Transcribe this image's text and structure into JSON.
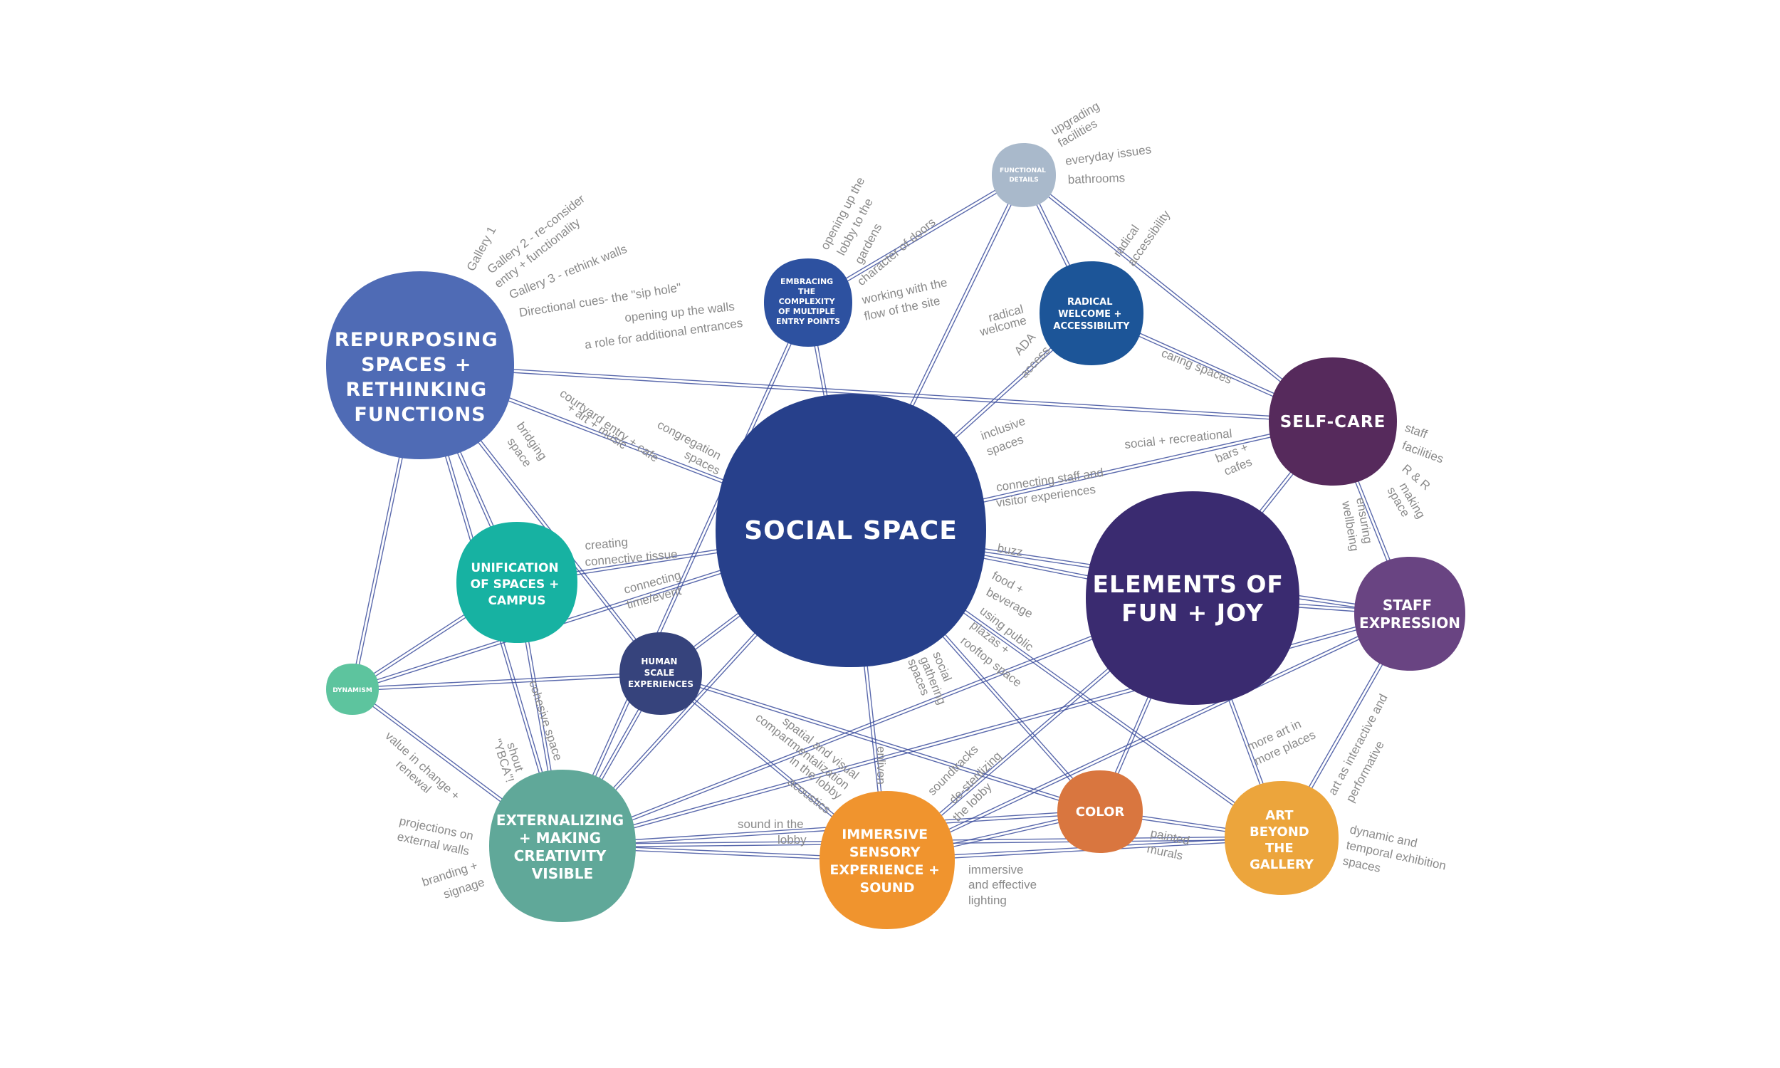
{
  "colors": {
    "line": "#3d4f9e",
    "label": "#8a8a8a",
    "background": "#ffffff"
  },
  "nodes": [
    {
      "id": "repurposing",
      "label": [
        "REPURPOSING",
        "SPACES +",
        "RETHINKING",
        "FUNCTIONS"
      ],
      "color": "#4f6bb5"
    },
    {
      "id": "social",
      "label": [
        "SOCIAL SPACE"
      ],
      "color": "#27408b"
    },
    {
      "id": "fun",
      "label": [
        "ELEMENTS OF",
        "FUN + JOY"
      ],
      "color": "#3a2b70"
    },
    {
      "id": "selfcare",
      "label": [
        "SELF-CARE"
      ],
      "color": "#562a5c"
    },
    {
      "id": "staffexp",
      "label": [
        "STAFF",
        "EXPRESSION"
      ],
      "color": "#694482"
    },
    {
      "id": "embracing",
      "label": [
        "EMBRACING",
        "THE",
        "COMPLEXITY",
        "OF MULTIPLE",
        "ENTRY POINTS"
      ],
      "color": "#2d51a0"
    },
    {
      "id": "functional",
      "label": [
        "FUNCTIONAL",
        "DETAILS"
      ],
      "color": "#a9b9cb"
    },
    {
      "id": "radical",
      "label": [
        "RADICAL",
        "WELCOME +",
        "ACCESSIBILITY"
      ],
      "color": "#1c5598"
    },
    {
      "id": "unification",
      "label": [
        "UNIFICATION",
        "OF SPACES +",
        "CAMPUS"
      ],
      "color": "#17b2a2"
    },
    {
      "id": "human",
      "label": [
        "HUMAN",
        "SCALE",
        "EXPERIENCES"
      ],
      "color": "#36437c"
    },
    {
      "id": "dynamism",
      "label": [
        "DYNAMISM"
      ],
      "color": "#5dc49e"
    },
    {
      "id": "externalizing",
      "label": [
        "EXTERNALIZING",
        "+ MAKING",
        "CREATIVITY",
        "VISIBLE"
      ],
      "color": "#60a899"
    },
    {
      "id": "immersive",
      "label": [
        "IMMERSIVE",
        "SENSORY",
        "EXPERIENCE +",
        "SOUND"
      ],
      "color": "#f0942e"
    },
    {
      "id": "color",
      "label": [
        "COLOR"
      ],
      "color": "#d9763f"
    },
    {
      "id": "art",
      "label": [
        "ART",
        "BEYOND",
        "THE",
        "GALLERY"
      ],
      "color": "#eca53c"
    }
  ],
  "edges": [
    [
      "repurposing",
      "social"
    ],
    [
      "repurposing",
      "selfcare"
    ],
    [
      "repurposing",
      "unification"
    ],
    [
      "repurposing",
      "human"
    ],
    [
      "repurposing",
      "externalizing"
    ],
    [
      "repurposing",
      "dynamism"
    ],
    [
      "social",
      "selfcare"
    ],
    [
      "social",
      "fun"
    ],
    [
      "social",
      "embracing"
    ],
    [
      "social",
      "functional"
    ],
    [
      "social",
      "radical"
    ],
    [
      "social",
      "unification"
    ],
    [
      "social",
      "human"
    ],
    [
      "social",
      "externalizing"
    ],
    [
      "social",
      "immersive"
    ],
    [
      "social",
      "color"
    ],
    [
      "social",
      "art"
    ],
    [
      "social",
      "dynamism"
    ],
    [
      "social",
      "staffexp"
    ],
    [
      "functional",
      "embracing"
    ],
    [
      "functional",
      "radical"
    ],
    [
      "functional",
      "selfcare"
    ],
    [
      "radical",
      "selfcare"
    ],
    [
      "selfcare",
      "fun"
    ],
    [
      "selfcare",
      "staffexp"
    ],
    [
      "fun",
      "staffexp"
    ],
    [
      "fun",
      "color"
    ],
    [
      "fun",
      "art"
    ],
    [
      "fun",
      "immersive"
    ],
    [
      "fun",
      "externalizing"
    ],
    [
      "staffexp",
      "art"
    ],
    [
      "staffexp",
      "immersive"
    ],
    [
      "staffexp",
      "externalizing"
    ],
    [
      "embracing",
      "externalizing"
    ],
    [
      "unification",
      "externalizing"
    ],
    [
      "unification",
      "dynamism"
    ],
    [
      "human",
      "externalizing"
    ],
    [
      "human",
      "immersive"
    ],
    [
      "human",
      "color"
    ],
    [
      "dynamism",
      "externalizing"
    ],
    [
      "dynamism",
      "human"
    ],
    [
      "externalizing",
      "immersive"
    ],
    [
      "externalizing",
      "color"
    ],
    [
      "externalizing",
      "art"
    ],
    [
      "immersive",
      "color"
    ],
    [
      "immersive",
      "art"
    ],
    [
      "color",
      "art"
    ]
  ],
  "labels": [
    {
      "text": "Gallery 1"
    },
    {
      "text": "Gallery 2 - re-consider"
    },
    {
      "text": "entry + functionality"
    },
    {
      "text": "Gallery 3 -  rethink walls"
    },
    {
      "text": "Directional cues- the \"sip hole\""
    },
    {
      "text": "opening up  the walls"
    },
    {
      "text": "a role for additional entrances"
    },
    {
      "text": "courtyard entry + cafe"
    },
    {
      "text": "+ art + music"
    },
    {
      "text": "bridging"
    },
    {
      "text": "space"
    },
    {
      "text": "congregation"
    },
    {
      "text": "spaces"
    },
    {
      "text": "opening up the"
    },
    {
      "text": "lobby to the"
    },
    {
      "text": "gardens"
    },
    {
      "text": "character of doors"
    },
    {
      "text": "working with the"
    },
    {
      "text": "flow of the site"
    },
    {
      "text": "upgrading"
    },
    {
      "text": "facilities"
    },
    {
      "text": "everyday issues"
    },
    {
      "text": "bathrooms"
    },
    {
      "text": "radical"
    },
    {
      "text": "accessibility"
    },
    {
      "text": "radical"
    },
    {
      "text": "welcome"
    },
    {
      "text": "ADA"
    },
    {
      "text": "access"
    },
    {
      "text": "caring spaces"
    },
    {
      "text": "inclusive"
    },
    {
      "text": "spaces"
    },
    {
      "text": "social + recreational"
    },
    {
      "text": "bars +"
    },
    {
      "text": "cafes"
    },
    {
      "text": "connecting staff and"
    },
    {
      "text": "visitor experiences"
    },
    {
      "text": "staff"
    },
    {
      "text": "facilities"
    },
    {
      "text": "R & R"
    },
    {
      "text": "making"
    },
    {
      "text": "space"
    },
    {
      "text": "ensuring"
    },
    {
      "text": "wellbeing"
    },
    {
      "text": "creating"
    },
    {
      "text": "connective tissue"
    },
    {
      "text": "connecting"
    },
    {
      "text": "time/event"
    },
    {
      "text": "buzz"
    },
    {
      "text": "food +"
    },
    {
      "text": "beverage"
    },
    {
      "text": "using public"
    },
    {
      "text": "plazas +"
    },
    {
      "text": "rooftop space"
    },
    {
      "text": "social"
    },
    {
      "text": "gathering"
    },
    {
      "text": "spaces"
    },
    {
      "text": "cohesive space"
    },
    {
      "text": "shout"
    },
    {
      "text": "\"YBCA\"!"
    },
    {
      "text": "value in change +"
    },
    {
      "text": "renewal"
    },
    {
      "text": "projections on"
    },
    {
      "text": "external walls"
    },
    {
      "text": "branding +"
    },
    {
      "text": "signage"
    },
    {
      "text": "spatial and visual"
    },
    {
      "text": "compartmentalization"
    },
    {
      "text": "in the lobby"
    },
    {
      "text": "acoustics"
    },
    {
      "text": "enliven"
    },
    {
      "text": "soundtracks"
    },
    {
      "text": "de-sterilizing"
    },
    {
      "text": "the lobby"
    },
    {
      "text": "sound in the"
    },
    {
      "text": "lobby"
    },
    {
      "text": "immersive"
    },
    {
      "text": "and effective"
    },
    {
      "text": "lighting"
    },
    {
      "text": "painted"
    },
    {
      "text": "murals"
    },
    {
      "text": "more art in"
    },
    {
      "text": "more places"
    },
    {
      "text": "art as interactive and"
    },
    {
      "text": "performative"
    },
    {
      "text": "dynamic and"
    },
    {
      "text": "temporal exhibition"
    },
    {
      "text": "spaces"
    }
  ]
}
